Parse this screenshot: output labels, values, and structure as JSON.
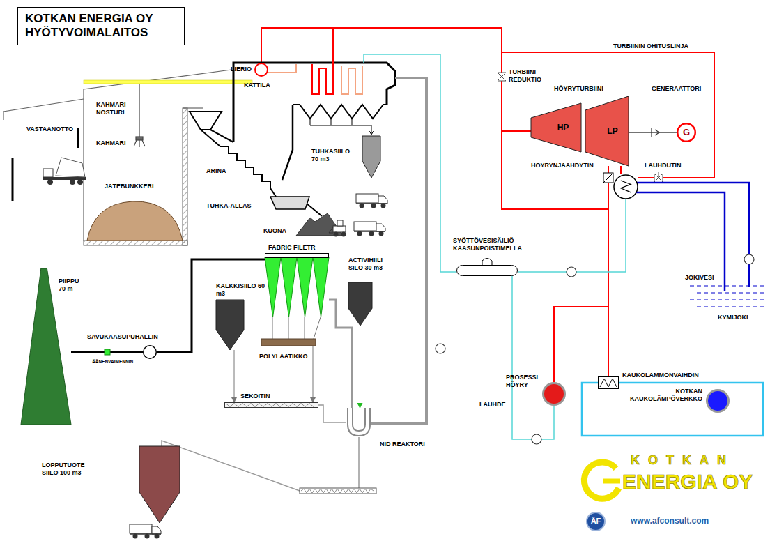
{
  "diagram": {
    "title": "KOTKAN ENERGIA OY HYÖTYVOIMALAITOS",
    "nodes": [
      {
        "text": [
          "LIERIÖ"
        ]
      },
      {
        "text": [
          "HP"
        ]
      },
      {
        "text": [
          "LP"
        ]
      },
      {
        "text": [
          "GENERAATTORI",
          "G"
        ]
      },
      {
        "text": [
          "LAUHDUTIN"
        ]
      },
      {
        "text": [
          "SYÖTTÖVESISÄILIÖ KAASUNPOISTIMELLA"
        ]
      },
      {
        "text": [
          "PROSESSI HÖYRY"
        ]
      },
      {
        "text": [
          "KOTKAN KAUKOLÄMPÖVERKKO"
        ]
      },
      {
        "text": [
          "KAUKOLÄMMÖNVAIHDIN"
        ]
      },
      {
        "text": [
          "TUHKASIILO 70 m3"
        ]
      },
      {
        "text": [
          "FABRIC FILETR"
        ]
      },
      {
        "text": [
          "KALKKISIILO 60 m3"
        ]
      },
      {
        "text": [
          "ACTIVIHIILI SILO 30 m3"
        ]
      },
      {
        "text": [
          "PÖLYLAATIKKO"
        ]
      },
      {
        "text": [
          "SEKOITIN"
        ]
      },
      {
        "text": [
          "NID REAKTORI"
        ]
      },
      {
        "text": [
          "LOPPUTUOTE SIILO 100 m3"
        ]
      },
      {
        "text": [
          "PIIPPU 70 m"
        ]
      },
      {
        "text": [
          "SAVUKAASUPUHALLIN"
        ]
      }
    ],
    "edges": [
      {
        "from": 0,
        "to": 1,
        "arrow": "none"
      },
      {
        "from": 0,
        "to": 4,
        "arrow": "none"
      },
      {
        "from": 2,
        "to": 3,
        "arrow": "none"
      },
      {
        "from": 2,
        "to": 4,
        "arrow": "none"
      },
      {
        "from": 2,
        "to": 8,
        "arrow": "none"
      },
      {
        "from": 2,
        "to": 6,
        "arrow": "none"
      },
      {
        "from": 4,
        "to": 5,
        "arrow": "none"
      },
      {
        "from": 6,
        "to": 5,
        "arrow": "none"
      },
      {
        "from": 10,
        "to": 18,
        "arrow": "none"
      },
      {
        "from": 18,
        "to": 17,
        "arrow": "none"
      },
      {
        "from": 11,
        "to": 14,
        "arrow": "to"
      },
      {
        "from": 13,
        "to": 14,
        "arrow": "to"
      },
      {
        "from": 14,
        "to": 15,
        "arrow": "none"
      },
      {
        "from": 12,
        "to": 15,
        "arrow": "to"
      },
      {
        "from": 15,
        "to": 10,
        "arrow": "none"
      },
      {
        "from": 15,
        "to": 16,
        "arrow": "none"
      }
    ],
    "labels": [
      "VASTAANOTTO",
      "KAHMARI NOSTURI",
      "KAHMARI",
      "JÄTEBUNKKERI",
      "KATTILA",
      "ARINA",
      "TUHKA-ALLAS",
      "KUONA",
      "TURBIINI REDUKTIO",
      "TURBIININ OHITUSLINJA",
      "HÖYRYTURBIINI",
      "HÖYRYNJÄÄHDYTIN",
      "JOKIVESI",
      "KYMIJOKI",
      "ÄÄNENVAIMENNIN",
      "LAUHDE",
      "KOTKAN",
      "ENERGIA OY",
      "ÅF",
      "www.afconsult.com"
    ]
  }
}
